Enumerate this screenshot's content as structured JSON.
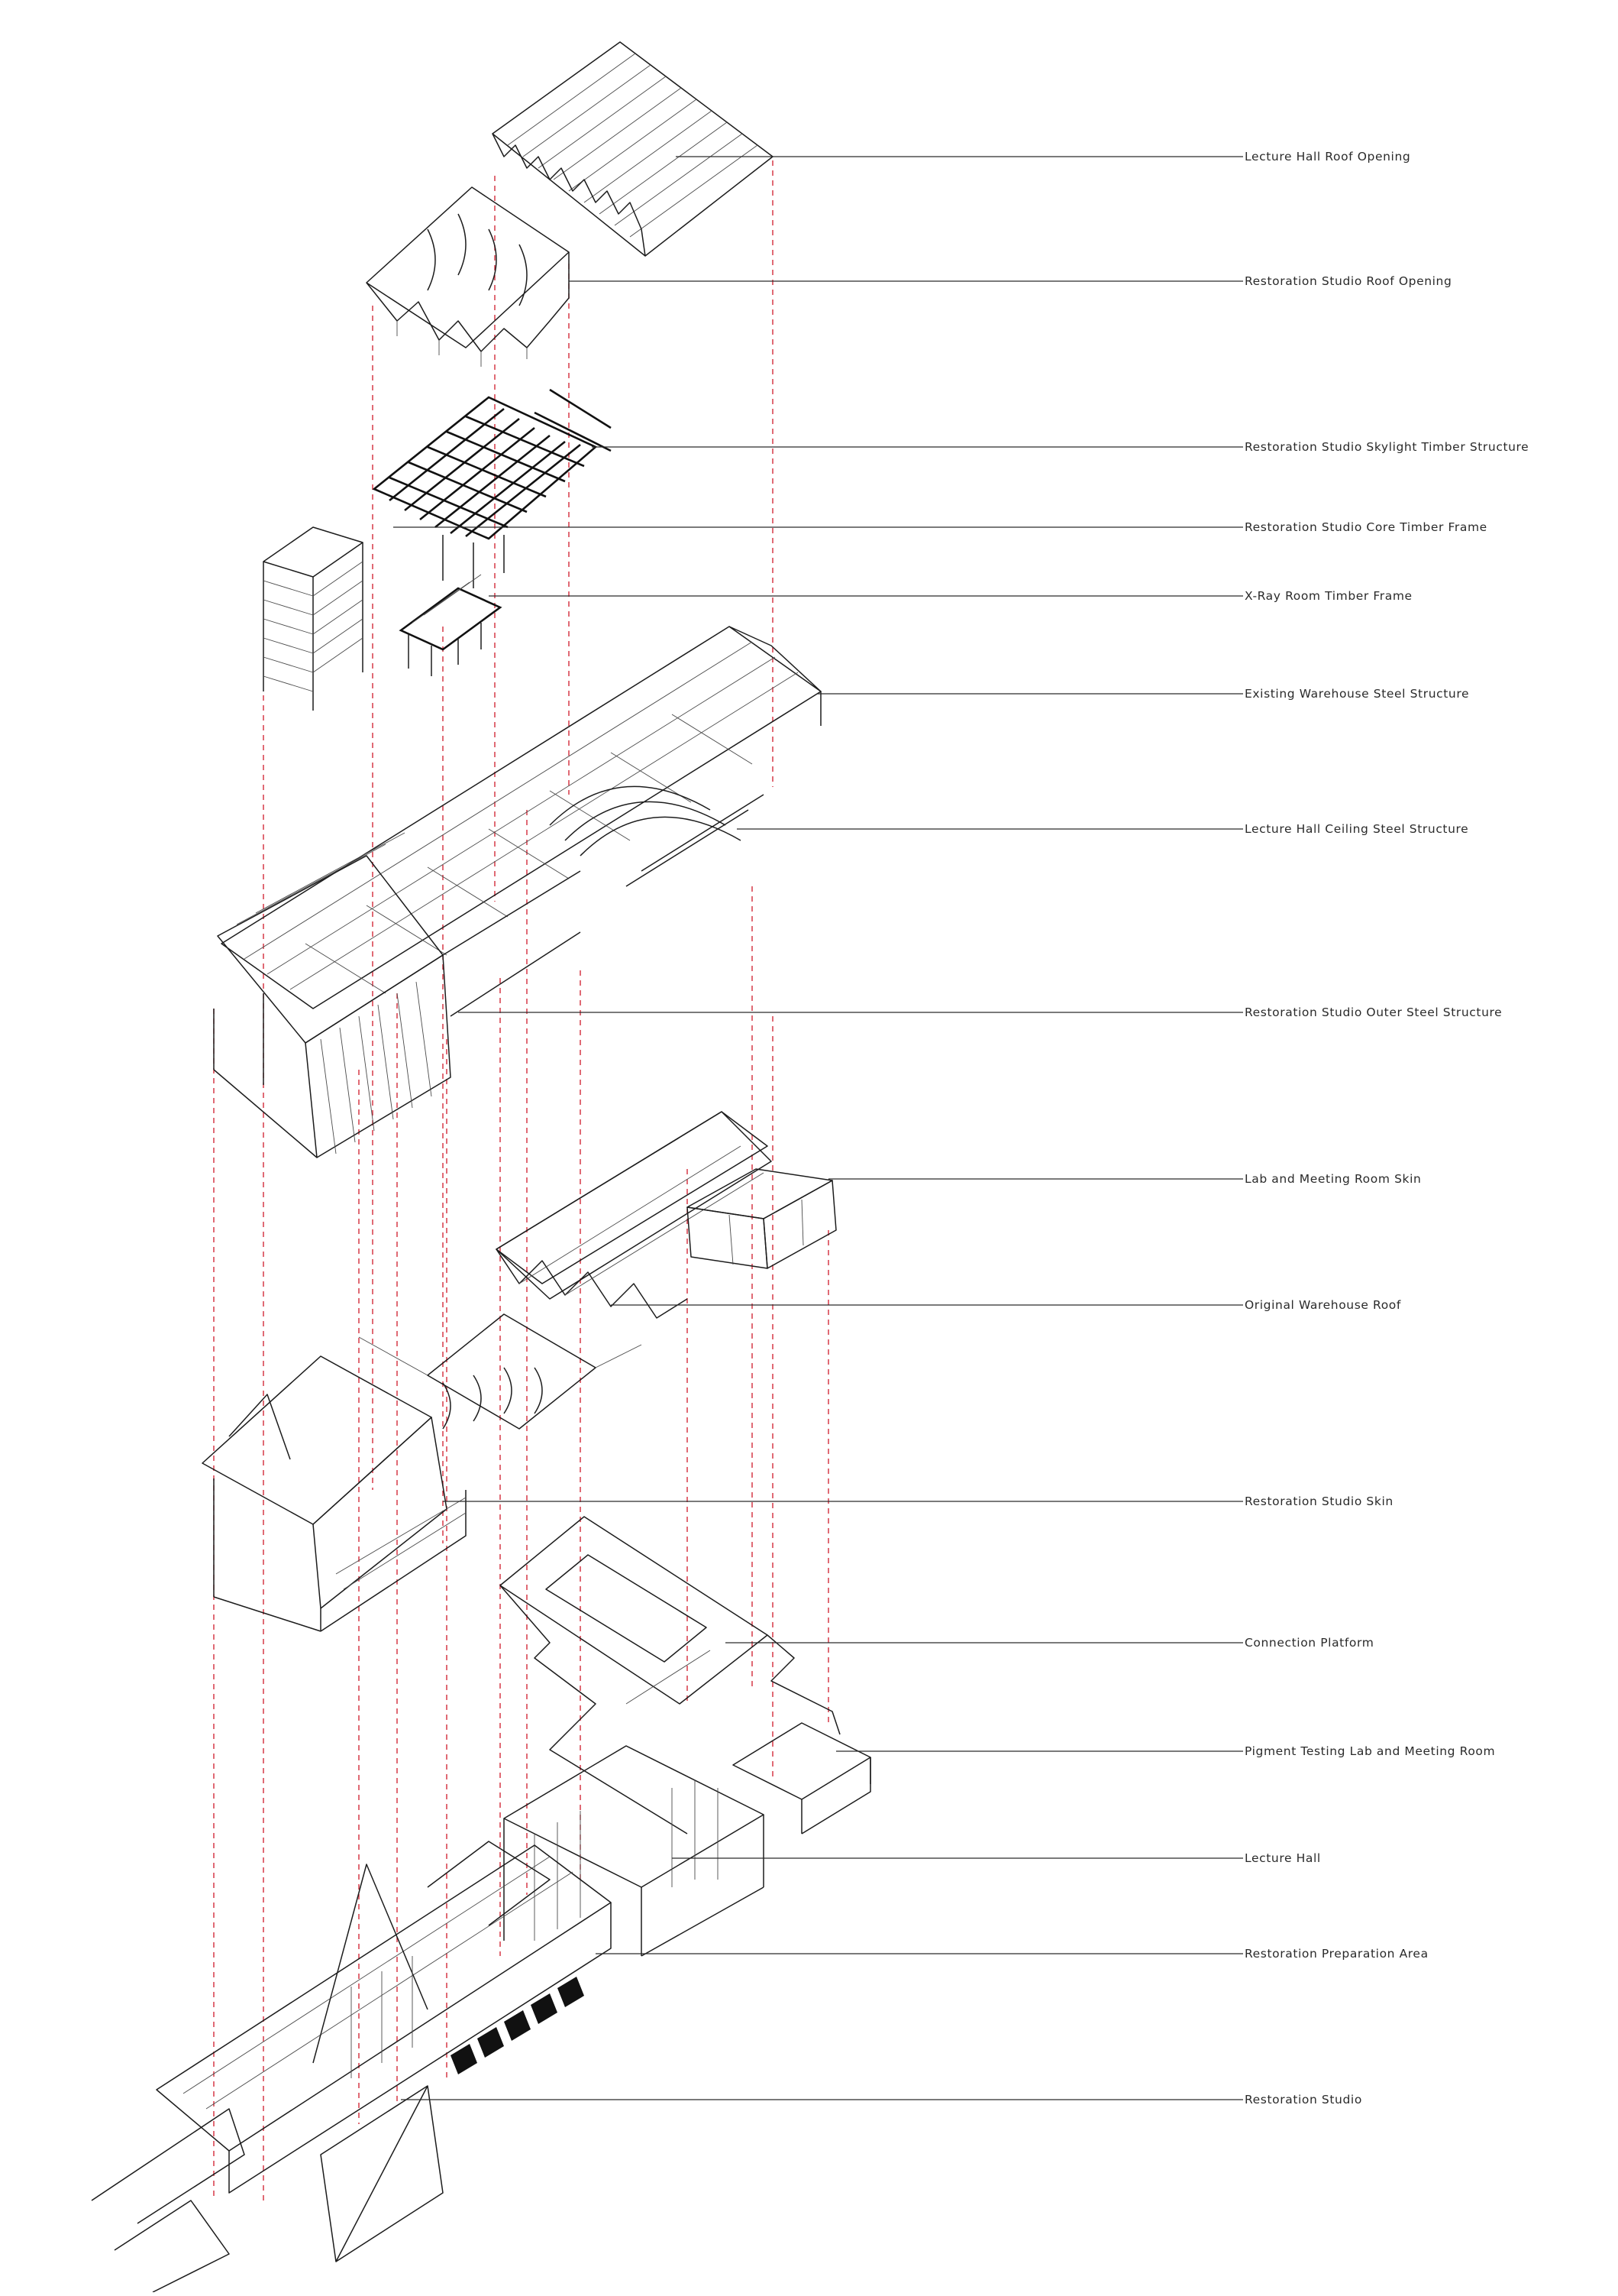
{
  "diagram": {
    "colors": {
      "lines": "#1c1c1c",
      "label_text": "#2a2a2a",
      "projection_lines": "#d32a3a",
      "background": "#ffffff"
    },
    "labels": [
      {
        "id": "lecture-hall-roof-opening",
        "text": "Lecture Hall Roof Opening"
      },
      {
        "id": "restoration-studio-roof-opening",
        "text": "Restoration Studio Roof Opening"
      },
      {
        "id": "restoration-studio-skylight-timber-structure",
        "text": "Restoration Studio Skylight Timber Structure"
      },
      {
        "id": "restoration-studio-core-timber-frame",
        "text": "Restoration Studio Core Timber Frame"
      },
      {
        "id": "x-ray-room-timber-frame",
        "text": "X-Ray Room Timber Frame"
      },
      {
        "id": "existing-warehouse-steel-structure",
        "text": "Existing Warehouse Steel Structure"
      },
      {
        "id": "lecture-hall-ceiling-steel-structure",
        "text": "Lecture Hall Ceiling Steel Structure"
      },
      {
        "id": "restoration-studio-outer-steel-structure",
        "text": "Restoration Studio Outer Steel Structure"
      },
      {
        "id": "lab-and-meeting-room-skin",
        "text": "Lab and Meeting Room Skin"
      },
      {
        "id": "original-warehouse-roof",
        "text": "Original Warehouse Roof"
      },
      {
        "id": "restoration-studio-skin",
        "text": "Restoration Studio Skin"
      },
      {
        "id": "connection-platform",
        "text": "Connection Platform"
      },
      {
        "id": "pigment-testing-lab-and-meeting-room",
        "text": "Pigment Testing Lab and Meeting Room"
      },
      {
        "id": "lecture-hall",
        "text": "Lecture Hall"
      },
      {
        "id": "restoration-preparation-area",
        "text": "Restoration Preparation Area"
      },
      {
        "id": "restoration-studio",
        "text": "Restoration Studio"
      }
    ]
  }
}
